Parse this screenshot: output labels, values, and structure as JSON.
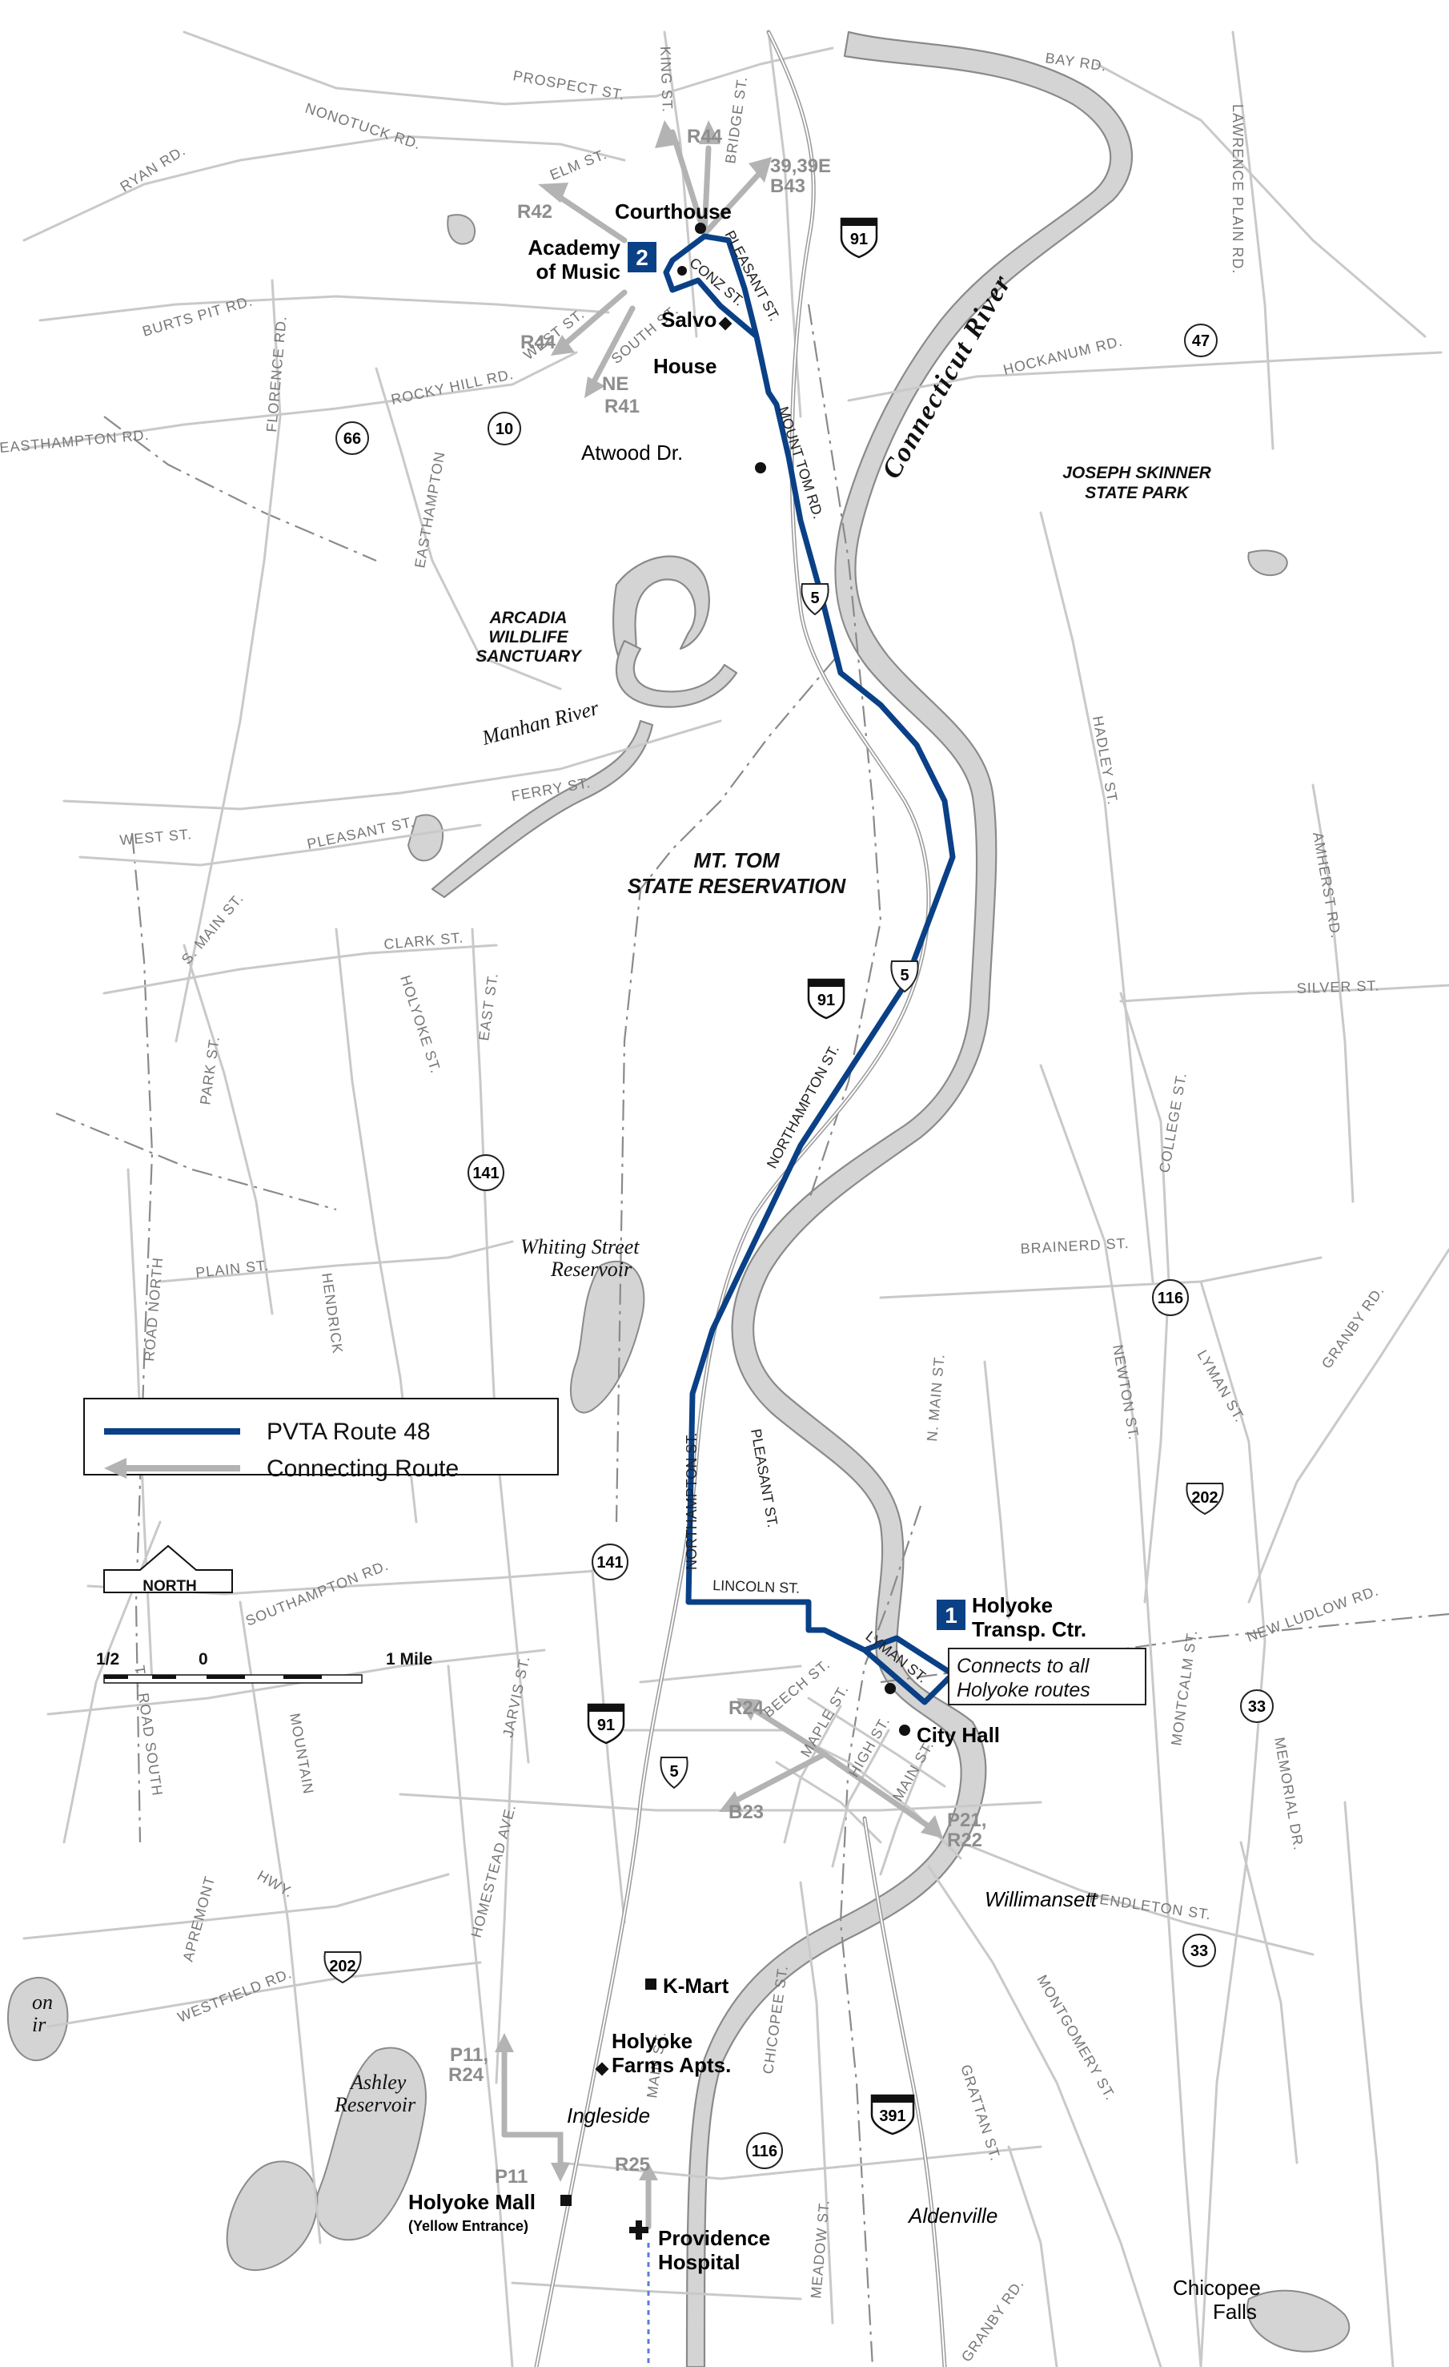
{
  "legend": {
    "route_label": "PVTA Route 48",
    "connecting_label": "Connecting Route",
    "route_color": "#0a4086",
    "connecting_color": "#b3b3b3"
  },
  "north_label": "NORTH",
  "scale": {
    "half": "1/2",
    "zero": "0",
    "one": "1 Mile"
  },
  "timepoints": [
    {
      "number": "1",
      "label_line1": "Holyoke",
      "label_line2": "Transp. Ctr."
    },
    {
      "number": "2",
      "label_line1": "Academy",
      "label_line2": "of Music"
    }
  ],
  "callout_line1": "Connects to all",
  "callout_line2": "Holyoke routes",
  "places": {
    "courthouse": "Courthouse",
    "salvo_1": "Salvo",
    "salvo_2": "House",
    "atwood": "Atwood Dr.",
    "city_hall": "City Hall",
    "kmart": "K-Mart",
    "farms_1": "Holyoke",
    "farms_2": "Farms Apts.",
    "mall": "Holyoke Mall",
    "mall_sub": "(Yellow Entrance)",
    "hospital_1": "Providence",
    "hospital_2": "Hospital",
    "ingleside": "Ingleside",
    "willimansett": "Willimansett",
    "aldenville": "Aldenville",
    "chicopee_1": "Chicopee",
    "chicopee_2": "Falls"
  },
  "areas": {
    "skinner_1": "JOSEPH SKINNER",
    "skinner_2": "STATE PARK",
    "arcadia_1": "ARCADIA",
    "arcadia_2": "WILDLIFE",
    "arcadia_3": "SANCTUARY",
    "mttom_1": "MT.  TOM",
    "mttom_2": "STATE RESERVATION"
  },
  "water": {
    "river": "Connecticut River",
    "manhan": "Manhan River",
    "whiting_1": "Whiting Street",
    "whiting_2": "Reservoir",
    "ashley_1": "Ashley",
    "ashley_2": "Reservoir",
    "edge_1": "on",
    "edge_2": "ir"
  },
  "connecting_routes": {
    "r44_north": "R44",
    "r39": "39,39E",
    "b43": "B43",
    "r42": "R42",
    "r44_west": "R44",
    "ne": "NE",
    "r41": "R41",
    "r24_top": "R24",
    "b23": "B23",
    "p21": "P21,",
    "r22": "R22",
    "p11_top": "P11,",
    "r24_bottom": "R24",
    "p11_bottom": "P11",
    "r25": "R25"
  },
  "shields": {
    "i91_top": "91",
    "i91_mid": "91",
    "i91_bot": "91",
    "us5_a": "5",
    "us5_b": "5",
    "us5_c": "5",
    "s10": "10",
    "s66": "66",
    "s47": "47",
    "s141_a": "141",
    "s141_b": "141",
    "s116_a": "116",
    "s116_b": "116",
    "us202_a": "202",
    "us202_b": "202",
    "s33_a": "33",
    "s33_b": "33",
    "i391": "391"
  },
  "streets": {
    "bay": "BAY RD.",
    "prospect": "PROSPECT  ST.",
    "nonotuck": "NONOTUCK  RD.",
    "ryan": "RYAN  RD.",
    "elm": "ELM  ST.",
    "king": "KING  ST.",
    "bridge": "BRIDGE  ST.",
    "lawrence": "LAWRENCE  PLAIN  RD.",
    "burts": "BURTS  PIT  RD.",
    "florence": "FLORENCE  RD.",
    "west_st": "WEST  ST.",
    "south_st": "SOUTH  ST.",
    "rocky": "ROCKY  HILL  RD.",
    "pleasant_top": "PLEASANT  ST.",
    "conz": "CONZ ST.",
    "hockanum": "HOCKANUM  RD.",
    "easthampton_rd": "EASTHAMPTON  RD.",
    "easthampton": "EASTHAMPTON",
    "mount_tom": "MOUNT  TOM  RD.",
    "hadley": "HADLEY  ST.",
    "ferry": "FERRY  ST.",
    "west_lower": "WEST  ST.",
    "pleasant_mid": "PLEASANT  ST.",
    "s_main": "S.  MAIN  ST.",
    "clark": "CLARK  ST.",
    "park": "PARK  ST.",
    "holyoke_st": "HOLYOKE  ST.",
    "east_st": "EAST  ST.",
    "amherst": "AMHERST  RD.",
    "silver": "SILVER  ST.",
    "college": "COLLEGE  ST.",
    "northampton_mid": "NORTHAMPTON  ST.",
    "plain": "PLAIN  ST.",
    "hendrick": "HENDRICK",
    "road_north": "ROAD  NORTH",
    "brainerd": "BRAINERD  ST.",
    "n_main": "N.  MAIN  ST.",
    "newton": "NEWTON  ST.",
    "lyman_right": "LYMAN  ST.",
    "granby": "GRANBY  RD.",
    "northampton_low": "NORTHAMPTON  ST.",
    "pleasant_low": "PLEASANT  ST.",
    "southampton": "SOUTHAMPTON  RD.",
    "lincoln": "LINCOLN ST.",
    "lyman": "LYMAN  ST.",
    "new_ludlow": "NEW LUDLOW  RD.",
    "montcalm": "MONTCALM  ST.",
    "memorial": "MEMORIAL  DR.",
    "jarvis": "JARVIS  ST.",
    "mountain": "MOUNTAIN",
    "road_south": "TY. ROAD SOUTH",
    "beech": "BEECH  ST.",
    "maple": "MAPLE  ST.",
    "high": "HIGH  ST.",
    "main": "MAIN  ST.",
    "homestead": "HOMESTEAD  AVE.",
    "apremont": "APREMONT",
    "hwy": "HWY.",
    "westfield": "WESTFIELD  RD.",
    "pendleton": "PENDLETON  ST.",
    "montgomery": "MONTGOMERY  ST.",
    "chicopee_st": "CHICOPEE  ST.",
    "grattan": "GRATTAN  ST.",
    "main_lower": "MAIN  ST.",
    "meadow": "MEADOW  ST.",
    "granby_lower": "GRANBY  RD."
  }
}
